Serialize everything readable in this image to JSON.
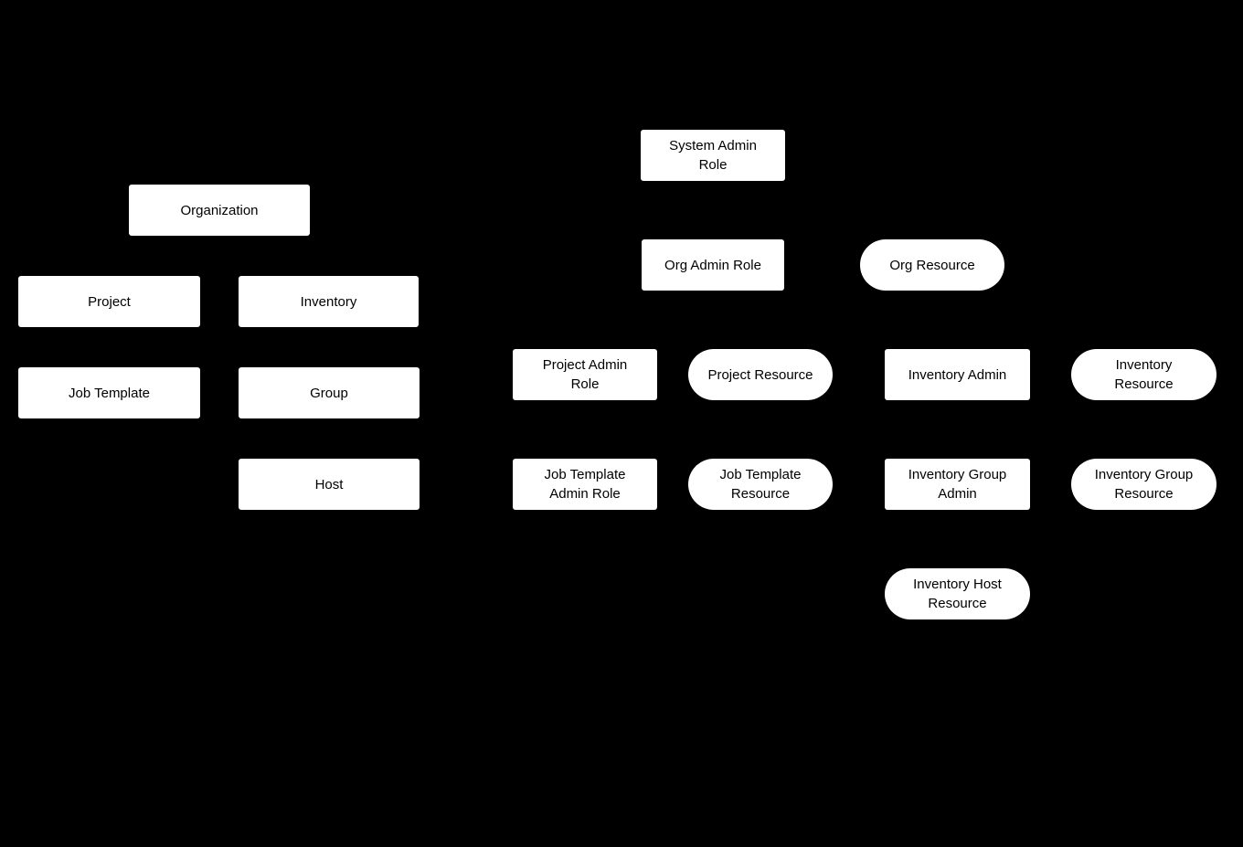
{
  "diagram": {
    "type": "flowchart",
    "background_color": "#000000",
    "node_fill": "#ffffff",
    "node_text_color": "#000000",
    "clusters": {
      "object_hierarchy": [
        "organization",
        "project",
        "inventory",
        "job_template",
        "group",
        "host"
      ],
      "role_hierarchy": [
        "system_admin_role",
        "org_admin_role",
        "org_resource",
        "project_admin_role",
        "project_resource",
        "inventory_admin",
        "inventory_resource",
        "job_template_admin_role",
        "job_template_resource",
        "inventory_group_admin",
        "inventory_group_resource",
        "inventory_host_resource"
      ]
    },
    "nodes": {
      "organization": {
        "label": "Organization",
        "shape": "rect"
      },
      "project": {
        "label": "Project",
        "shape": "rect"
      },
      "inventory": {
        "label": "Inventory",
        "shape": "rect"
      },
      "job_template": {
        "label": "Job Template",
        "shape": "rect"
      },
      "group": {
        "label": "Group",
        "shape": "rect"
      },
      "host": {
        "label": "Host",
        "shape": "rect"
      },
      "system_admin_role": {
        "label": "System Admin\nRole",
        "shape": "rect"
      },
      "org_admin_role": {
        "label": "Org Admin Role",
        "shape": "rect"
      },
      "org_resource": {
        "label": "Org Resource",
        "shape": "stadium"
      },
      "project_admin_role": {
        "label": "Project Admin\nRole",
        "shape": "rect"
      },
      "project_resource": {
        "label": "Project Resource",
        "shape": "stadium"
      },
      "inventory_admin": {
        "label": "Inventory Admin",
        "shape": "rect"
      },
      "inventory_resource": {
        "label": "Inventory\nResource",
        "shape": "stadium"
      },
      "job_template_admin_role": {
        "label": "Job Template\nAdmin Role",
        "shape": "rect"
      },
      "job_template_resource": {
        "label": "Job Template\nResource",
        "shape": "stadium"
      },
      "inventory_group_admin": {
        "label": "Inventory Group\nAdmin",
        "shape": "rect"
      },
      "inventory_group_resource": {
        "label": "Inventory Group\nResource",
        "shape": "stadium"
      },
      "inventory_host_resource": {
        "label": "Inventory Host\nResource",
        "shape": "stadium"
      }
    }
  }
}
